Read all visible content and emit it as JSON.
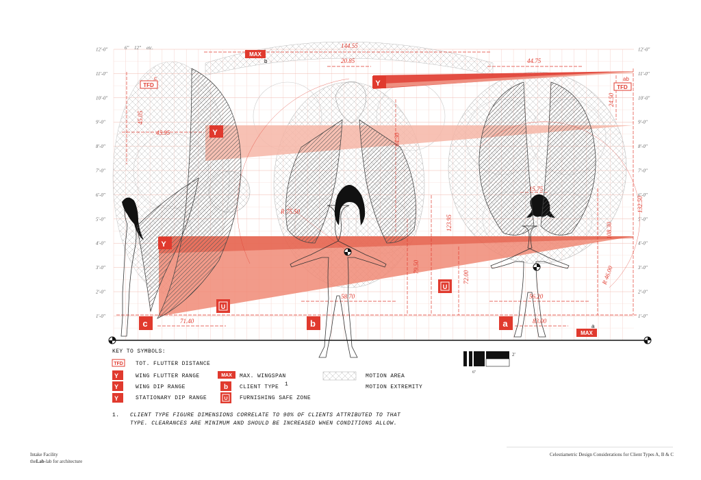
{
  "accent": "#e03a2e",
  "fill_light": "#f5b5a6",
  "fill_mid": "#ec7a66",
  "levels": [
    "12'-0\"",
    "11'-0\"",
    "10'-0\"",
    "9'-0\"",
    "8'-0\"",
    "7'-0\"",
    "6'-0\"",
    "5'-0\"",
    "4'-0\"",
    "3'-0\"",
    "2'-0\"",
    "1'-0\""
  ],
  "top_scale": {
    "a": "6\"",
    "b": "12\"",
    "c": "etc."
  },
  "dimensions": {
    "d144": "144.55",
    "d2085": "20.85",
    "d4475": "44.75",
    "d4505": "45.05",
    "d4595": "45.95",
    "d2450": "24.50",
    "d6430": "64.30",
    "d7550": "R 75.50",
    "d12395": "123.95",
    "d7950": "79.50",
    "d7200": "72.00",
    "d1575": "15.75",
    "d10830": "108.30",
    "d13250": "132.50",
    "d4600": "R 46.00",
    "d5870": "58.70",
    "d5620": "56.20",
    "d7140": "71.40",
    "d8300": "83.00"
  },
  "tags": {
    "max": "MAX",
    "tfd": "TFD",
    "y": "Y",
    "u": "U",
    "c": "c",
    "b": "b",
    "a": "a",
    "ab": "ab"
  },
  "key": {
    "title": "KEY TO SYMBOLS:",
    "tfd": "TOT. FLUTTER DISTANCE",
    "wfr": "WING FLUTTER RANGE",
    "wdr": "WING DIP RANGE",
    "sdr": "STATIONARY DIP RANGE",
    "max": "MAX. WINGSPAN",
    "client": "CLIENT TYPE",
    "client_sup": "1",
    "safe": "FURNISHING SAFE ZONE",
    "motion_area": "MOTION AREA",
    "motion_ext": "MOTION EXTREMITY"
  },
  "scale_bar": {
    "two_ft": "2'",
    "six_in": "6\""
  },
  "note": {
    "number": "1.",
    "line1": "CLIENT TYPE FIGURE DIMENSIONS CORRELATE TO 90% OF CLIENTS ATTRIBUTED TO THAT",
    "line2": "TYPE. CLEARANCES ARE MINIMUM AND SHOULD BE INCREASED WHEN CONDITIONS ALLOW."
  },
  "footer": {
    "left1": "Intake Facility",
    "left2a": "the",
    "left2b": "Lab",
    "left2c": "-lab for architecture",
    "right": "Celestiametric Design Considerations for Client Types A, B & C"
  }
}
